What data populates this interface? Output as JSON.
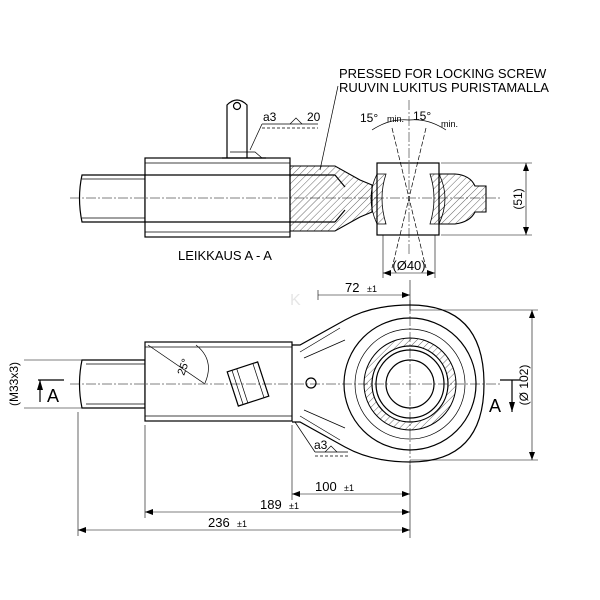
{
  "note": {
    "line1": "PRESSED FOR LOCKING SCREW",
    "line2": "RUUVIN LUKITUS PURISTAMALLA"
  },
  "section_label": "LEIKKAUS  A - A",
  "weld_top": {
    "size": "a3",
    "length": "20"
  },
  "weld_bottom": {
    "size": "a3"
  },
  "angles": {
    "left": "15°",
    "left_min": "min.",
    "right": "15°",
    "right_min": "min."
  },
  "dims": {
    "d40": "(Ø40)",
    "d51": "(51)",
    "d72": "72",
    "d72_tol": "±1",
    "d102": "(Ø 102)",
    "d100": "100",
    "d100_tol": "±1",
    "d189": "189",
    "d189_tol": "±1",
    "d236": "236",
    "d236_tol": "±1",
    "thread": "(M33x3)",
    "angle25": "25°"
  },
  "section_marks": {
    "left": "A",
    "right": "A"
  }
}
